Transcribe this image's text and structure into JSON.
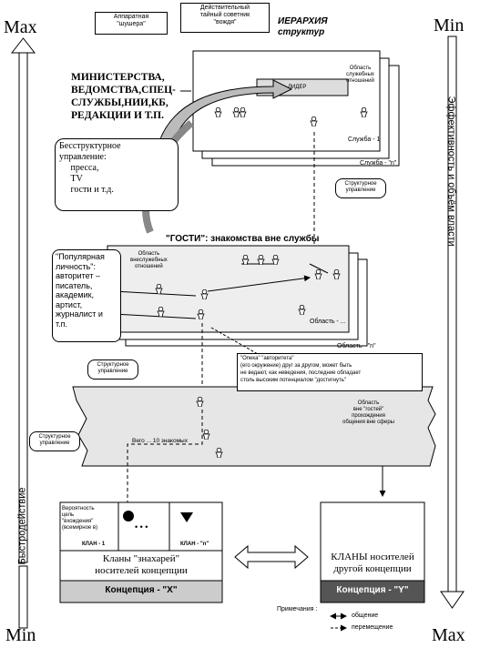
{
  "scale": {
    "left_top": "Max",
    "left_bottom": "Min",
    "right_top": "Min",
    "right_bottom": "Max",
    "left_axis_label": "Быстродействие",
    "right_axis_label": "Эффективность и объём власти"
  },
  "top": {
    "callout_apparatus": "Аппаратная\n\"шушера\"",
    "callout_secret_adviser": "Действительный\nтайный советник\n\"вождя\"",
    "hierarchy_label": "ИЕРАРХИЯ\nструктур",
    "ministries": "МИНИСТЕРСТВА,\nВЕДОМСТВА,СПЕЦ-\nСЛУЖБЫ,НИИ,КБ,\nРЕДАКЦИИ И Т.П.",
    "unstructured_control": "Бесструктурное\nуправление:\n     пресса,\n     TV\n     гости и т.д.",
    "leader_label": "ЛИДЕР",
    "area_label": "Область\nслужебных\nотношений",
    "service_1": "Служба - 1",
    "service_n": "Служба - \"n\"",
    "structural_control": "Структурное\nуправление"
  },
  "middle": {
    "guests_title": "\"ГОСТИ\": знакомства вне службы",
    "nonservice_area": "Область\nвнеслужебных\nотношений",
    "popular_person": "\"Популярная\nличность\":\nавторитет –\nписатель,\nакадемик,\nартист,\nжурналист и\nт.п.",
    "area_dash": "Область - ...",
    "area_n": "Область - \"n\"",
    "structural_control": "Структурное\nуправление",
    "authority_callout": "\"Опека\" \"авторитета\"\n(его окружение) друг за другом, может быть\nне ведают, как неведения, последние обладает\nстоль высоким потенциалом \"достигнуть\""
  },
  "lower": {
    "area_note": "Область\nвне \"гостей\"\nпрохождения\nобщения вне сферы",
    "structural_control": "Структурное\nуправление",
    "chain_label": "Вего ... 10 знакомых"
  },
  "bottom": {
    "x_desc": "Вероятность\nцель\n\"вхождения\"\n(всемирное в)",
    "clan_1": "КЛАН - 1",
    "clan_n": "КЛАН - \"n\"",
    "dots": "• • •",
    "clans_x": "Кланы \"знахарей\"\nносителей концепции",
    "concept_x": "Концепция - \"X\"",
    "clans_y": "КЛАНЫ носителей\nдругой концепции",
    "concept_y": "Концепция - \"Y\"",
    "notes_label": "Примечания :",
    "note_communication": "общение",
    "note_movement": "перемещение"
  }
}
